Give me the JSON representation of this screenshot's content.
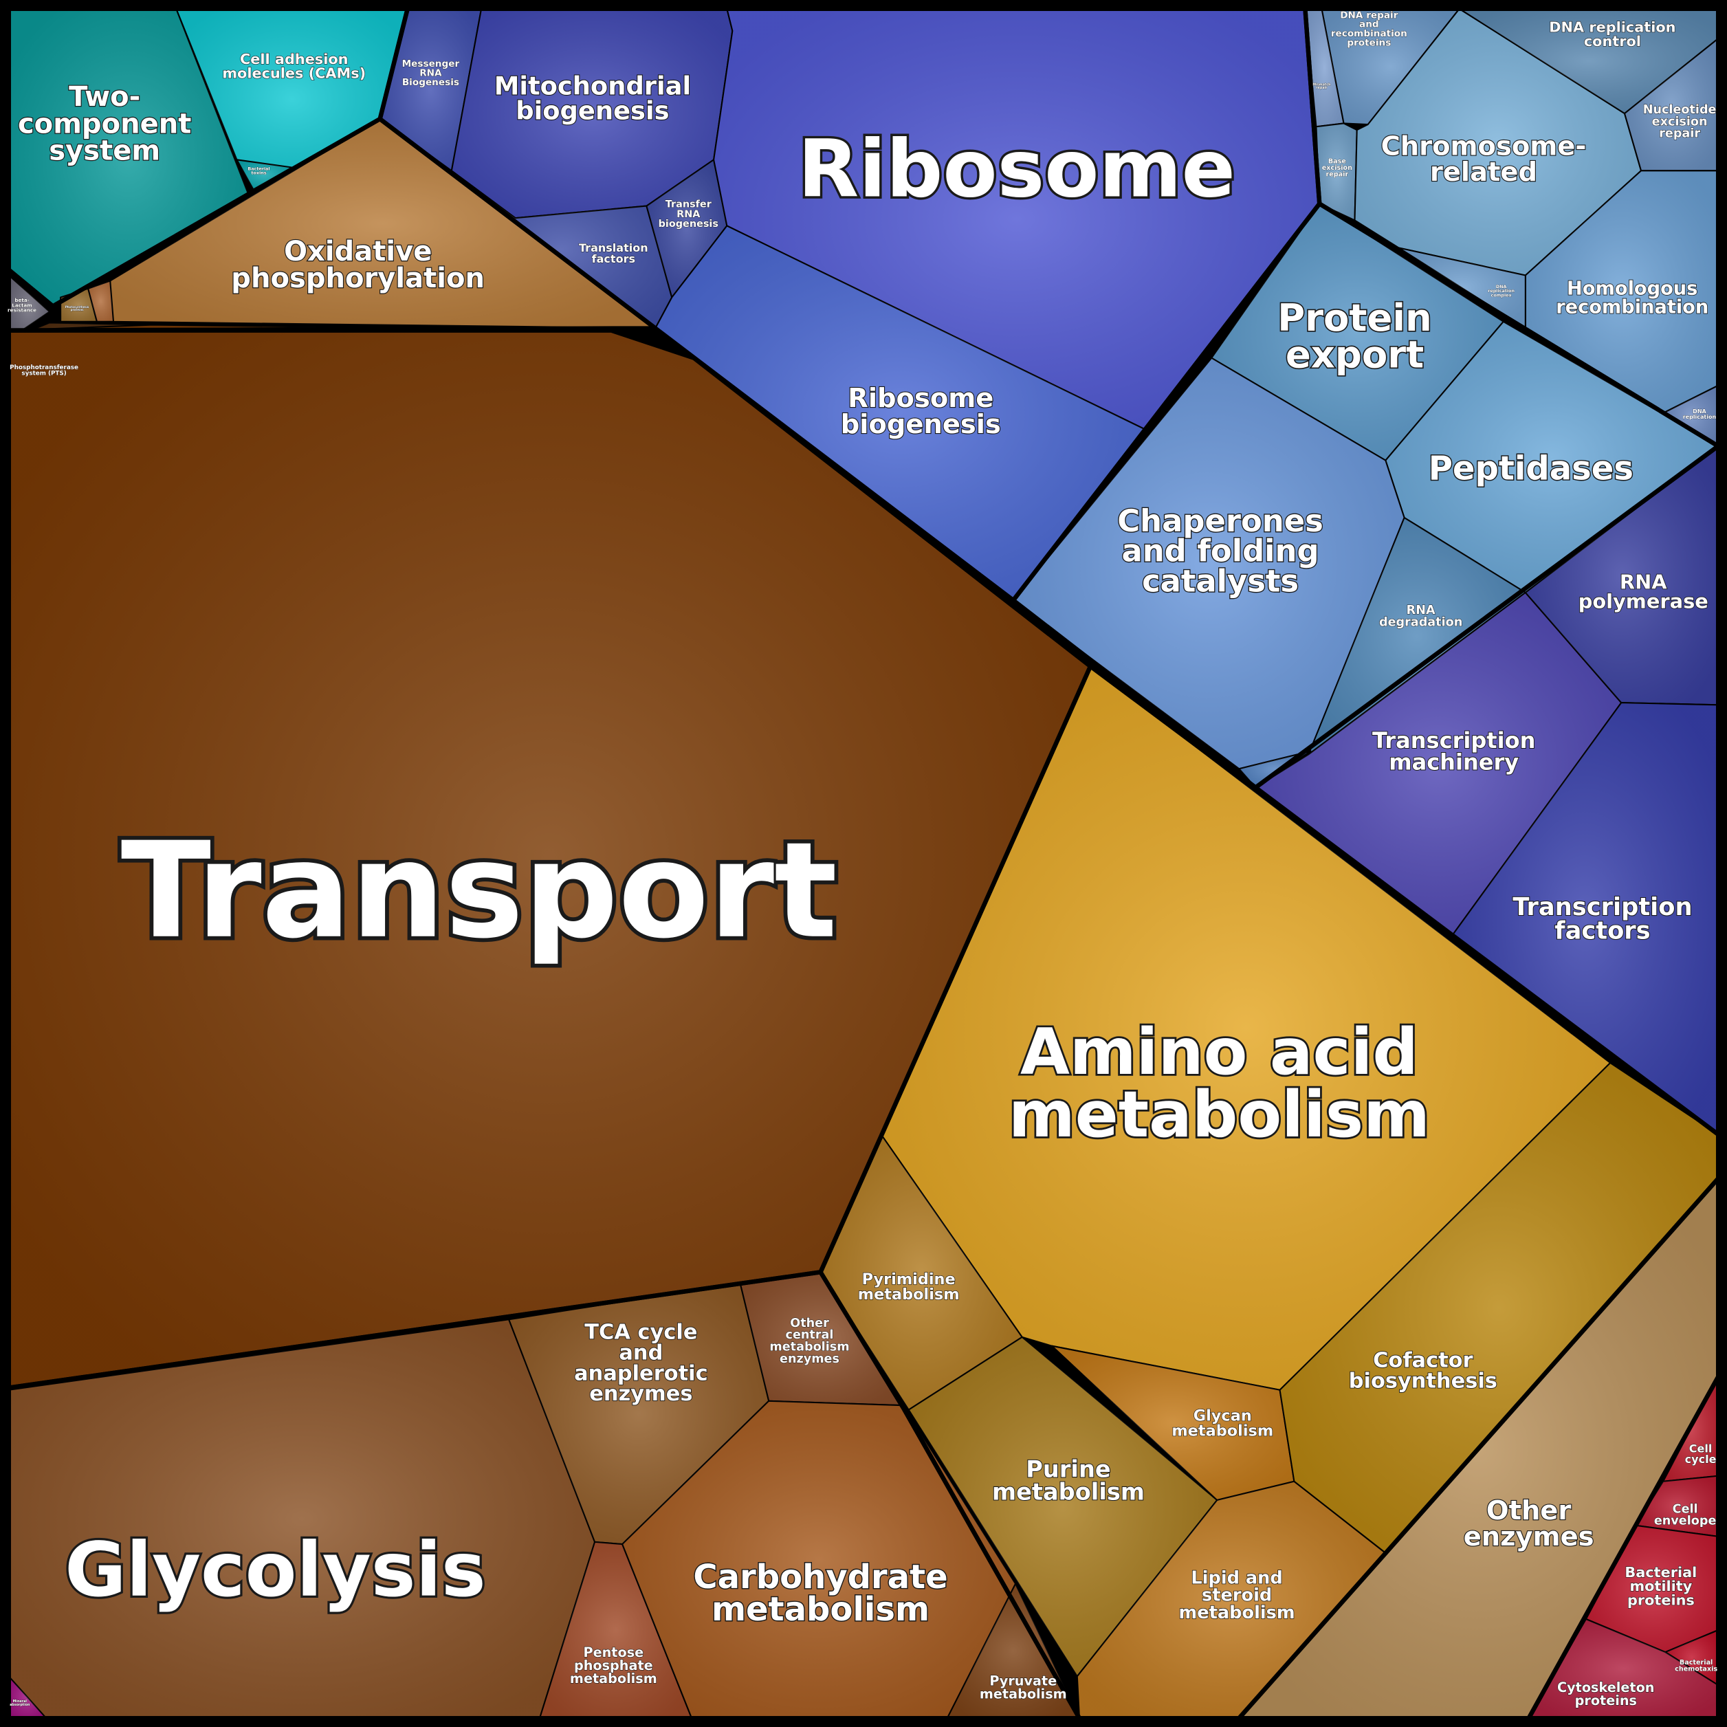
{
  "title": "Voronoi treemap of functional categories",
  "cells": [
    {
      "id": "two-component",
      "lines": [
        "Two-",
        "component",
        "system"
      ],
      "color": "#0a9a9a"
    },
    {
      "id": "cell-adhesion",
      "lines": [
        "Cell adhesion",
        "molecules (CAMs)"
      ],
      "color": "#10c8d2"
    },
    {
      "id": "bacterial-toxins",
      "lines": [
        "Bacterial",
        "toxins"
      ],
      "color": "#0aa6ae"
    },
    {
      "id": "beta-lactam",
      "lines": [
        "beta-",
        "Lactam",
        "resistance"
      ],
      "color": "#6a6878"
    },
    {
      "id": "oxidative-phosphorylation",
      "lines": [
        "Oxidative",
        "phosphorylation"
      ],
      "color": "#b87c3a"
    },
    {
      "id": "photosynthesis",
      "lines": [
        "Photosynthesis",
        "proteins"
      ],
      "color": "#9a7030"
    },
    {
      "id": "other-energy",
      "lines": [],
      "color": "#b06a38"
    },
    {
      "id": "pts",
      "lines": [
        "Phosphotransferase",
        "system (PTS)"
      ],
      "color": "#4e2a0c"
    },
    {
      "id": "transport",
      "lines": [
        "Transport"
      ],
      "color": "#7a3a05"
    },
    {
      "id": "glycolysis",
      "lines": [
        "Glycolysis"
      ],
      "color": "#8a5226"
    },
    {
      "id": "tca",
      "lines": [
        "TCA cycle",
        "and",
        "anaplerotic",
        "enzymes"
      ],
      "color": "#8f5a25"
    },
    {
      "id": "other-central",
      "lines": [
        "Other",
        "central",
        "metabolism",
        "enzymes"
      ],
      "color": "#8a4e2a"
    },
    {
      "id": "pentose",
      "lines": [
        "Pentose",
        "phosphate",
        "metabolism"
      ],
      "color": "#a04a28"
    },
    {
      "id": "carbohydrate",
      "lines": [
        "Carbohydrate",
        "metabolism"
      ],
      "color": "#a65a1e"
    },
    {
      "id": "pyruvate",
      "lines": [
        "Pyruvate",
        "metabolism"
      ],
      "color": "#7e4418"
    },
    {
      "id": "mineral",
      "lines": [
        "Mineral",
        "absorption"
      ],
      "color": "#a01080"
    },
    {
      "id": "amino-acid",
      "lines": [
        "Amino acid",
        "metabolism"
      ],
      "color": "#e4a622"
    },
    {
      "id": "pyrimidine",
      "lines": [
        "Pyrimidine",
        "metabolism"
      ],
      "color": "#b07a20"
    },
    {
      "id": "purine",
      "lines": [
        "Purine",
        "metabolism"
      ],
      "color": "#a67a1c"
    },
    {
      "id": "glycan",
      "lines": [
        "Glycan",
        "metabolism"
      ],
      "color": "#c47a18"
    },
    {
      "id": "lipid",
      "lines": [
        "Lipid and",
        "steroid",
        "metabolism"
      ],
      "color": "#c07a20"
    },
    {
      "id": "cofactor",
      "lines": [
        "Cofactor",
        "biosynthesis"
      ],
      "color": "#b8860f"
    },
    {
      "id": "other-enzymes",
      "lines": [
        "Other",
        "enzymes"
      ],
      "color": "#b8905a"
    },
    {
      "id": "cell-cycle",
      "lines": [
        "Cell",
        "cycle"
      ],
      "color": "#c02030"
    },
    {
      "id": "cell-envelope",
      "lines": [
        "Cell",
        "envelope"
      ],
      "color": "#b81a30"
    },
    {
      "id": "motility",
      "lines": [
        "Bacterial",
        "motility",
        "proteins"
      ],
      "color": "#c41a30"
    },
    {
      "id": "chemotaxis",
      "lines": [
        "Bacterial",
        "chemotaxis"
      ],
      "color": "#c01028"
    },
    {
      "id": "cytoskeleton",
      "lines": [
        "Cytoskeleton",
        "proteins"
      ],
      "color": "#b02040"
    },
    {
      "id": "mrna",
      "lines": [
        "Messenger",
        "RNA",
        "Biogenesis"
      ],
      "color": "#4050b0"
    },
    {
      "id": "mitochondrial",
      "lines": [
        "Mitochondrial",
        "biogenesis"
      ],
      "color": "#4048b4"
    },
    {
      "id": "translation",
      "lines": [
        "Translation",
        "factors"
      ],
      "color": "#4050a8"
    },
    {
      "id": "trna",
      "lines": [
        "Transfer",
        "RNA",
        "biogenesis"
      ],
      "color": "#3a48a0"
    },
    {
      "id": "ribosome",
      "lines": [
        "Ribosome"
      ],
      "color": "#5058d4"
    },
    {
      "id": "ribosome-biogenesis",
      "lines": [
        "Ribosome",
        "biogenesis"
      ],
      "color": "#4a68d4"
    },
    {
      "id": "dna-repair",
      "lines": [
        "DNA repair",
        "and",
        "recombination",
        "proteins"
      ],
      "color": "#6a98c8"
    },
    {
      "id": "mismatch",
      "lines": [
        "Mismatch",
        "repair"
      ],
      "color": "#80a0d0"
    },
    {
      "id": "base-excision",
      "lines": [
        "Base",
        "excision",
        "repair"
      ],
      "color": "#70a0c8"
    },
    {
      "id": "chromosome",
      "lines": [
        "Chromosome-",
        "related"
      ],
      "color": "#78b0d8"
    },
    {
      "id": "replication-control",
      "lines": [
        "DNA replication",
        "control"
      ],
      "color": "#5a88b0"
    },
    {
      "id": "nucleotide-excision",
      "lines": [
        "Nucleotide",
        "excision",
        "repair"
      ],
      "color": "#6a90c0"
    },
    {
      "id": "homologous",
      "lines": [
        "Homologous",
        "recombination"
      ],
      "color": "#6aa0d4"
    },
    {
      "id": "replication-complex",
      "lines": [
        "DNA",
        "replication",
        "complex"
      ],
      "color": "#70a0d0"
    },
    {
      "id": "dna-replication",
      "lines": [
        "DNA",
        "replication"
      ],
      "color": "#6a88c0"
    },
    {
      "id": "protein-export",
      "lines": [
        "Protein",
        "export"
      ],
      "color": "#5a98c8"
    },
    {
      "id": "peptidases",
      "lines": [
        "Peptidases"
      ],
      "color": "#6aa8d8"
    },
    {
      "id": "chaperones",
      "lines": [
        "Chaperones",
        "and folding",
        "catalysts"
      ],
      "color": "#6a98dc"
    },
    {
      "id": "rna-degradation",
      "lines": [
        "RNA",
        "degradation"
      ],
      "color": "#5088b8"
    },
    {
      "id": "chaperone-small",
      "lines": [],
      "color": "#5080c0"
    },
    {
      "id": "transcription-machinery",
      "lines": [
        "Transcription",
        "machinery"
      ],
      "color": "#5048b4"
    },
    {
      "id": "rna-polymerase",
      "lines": [
        "RNA",
        "polymerase"
      ],
      "color": "#3a40a0"
    },
    {
      "id": "transcription-factors",
      "lines": [
        "Transcription",
        "factors"
      ],
      "color": "#3840ac"
    }
  ]
}
